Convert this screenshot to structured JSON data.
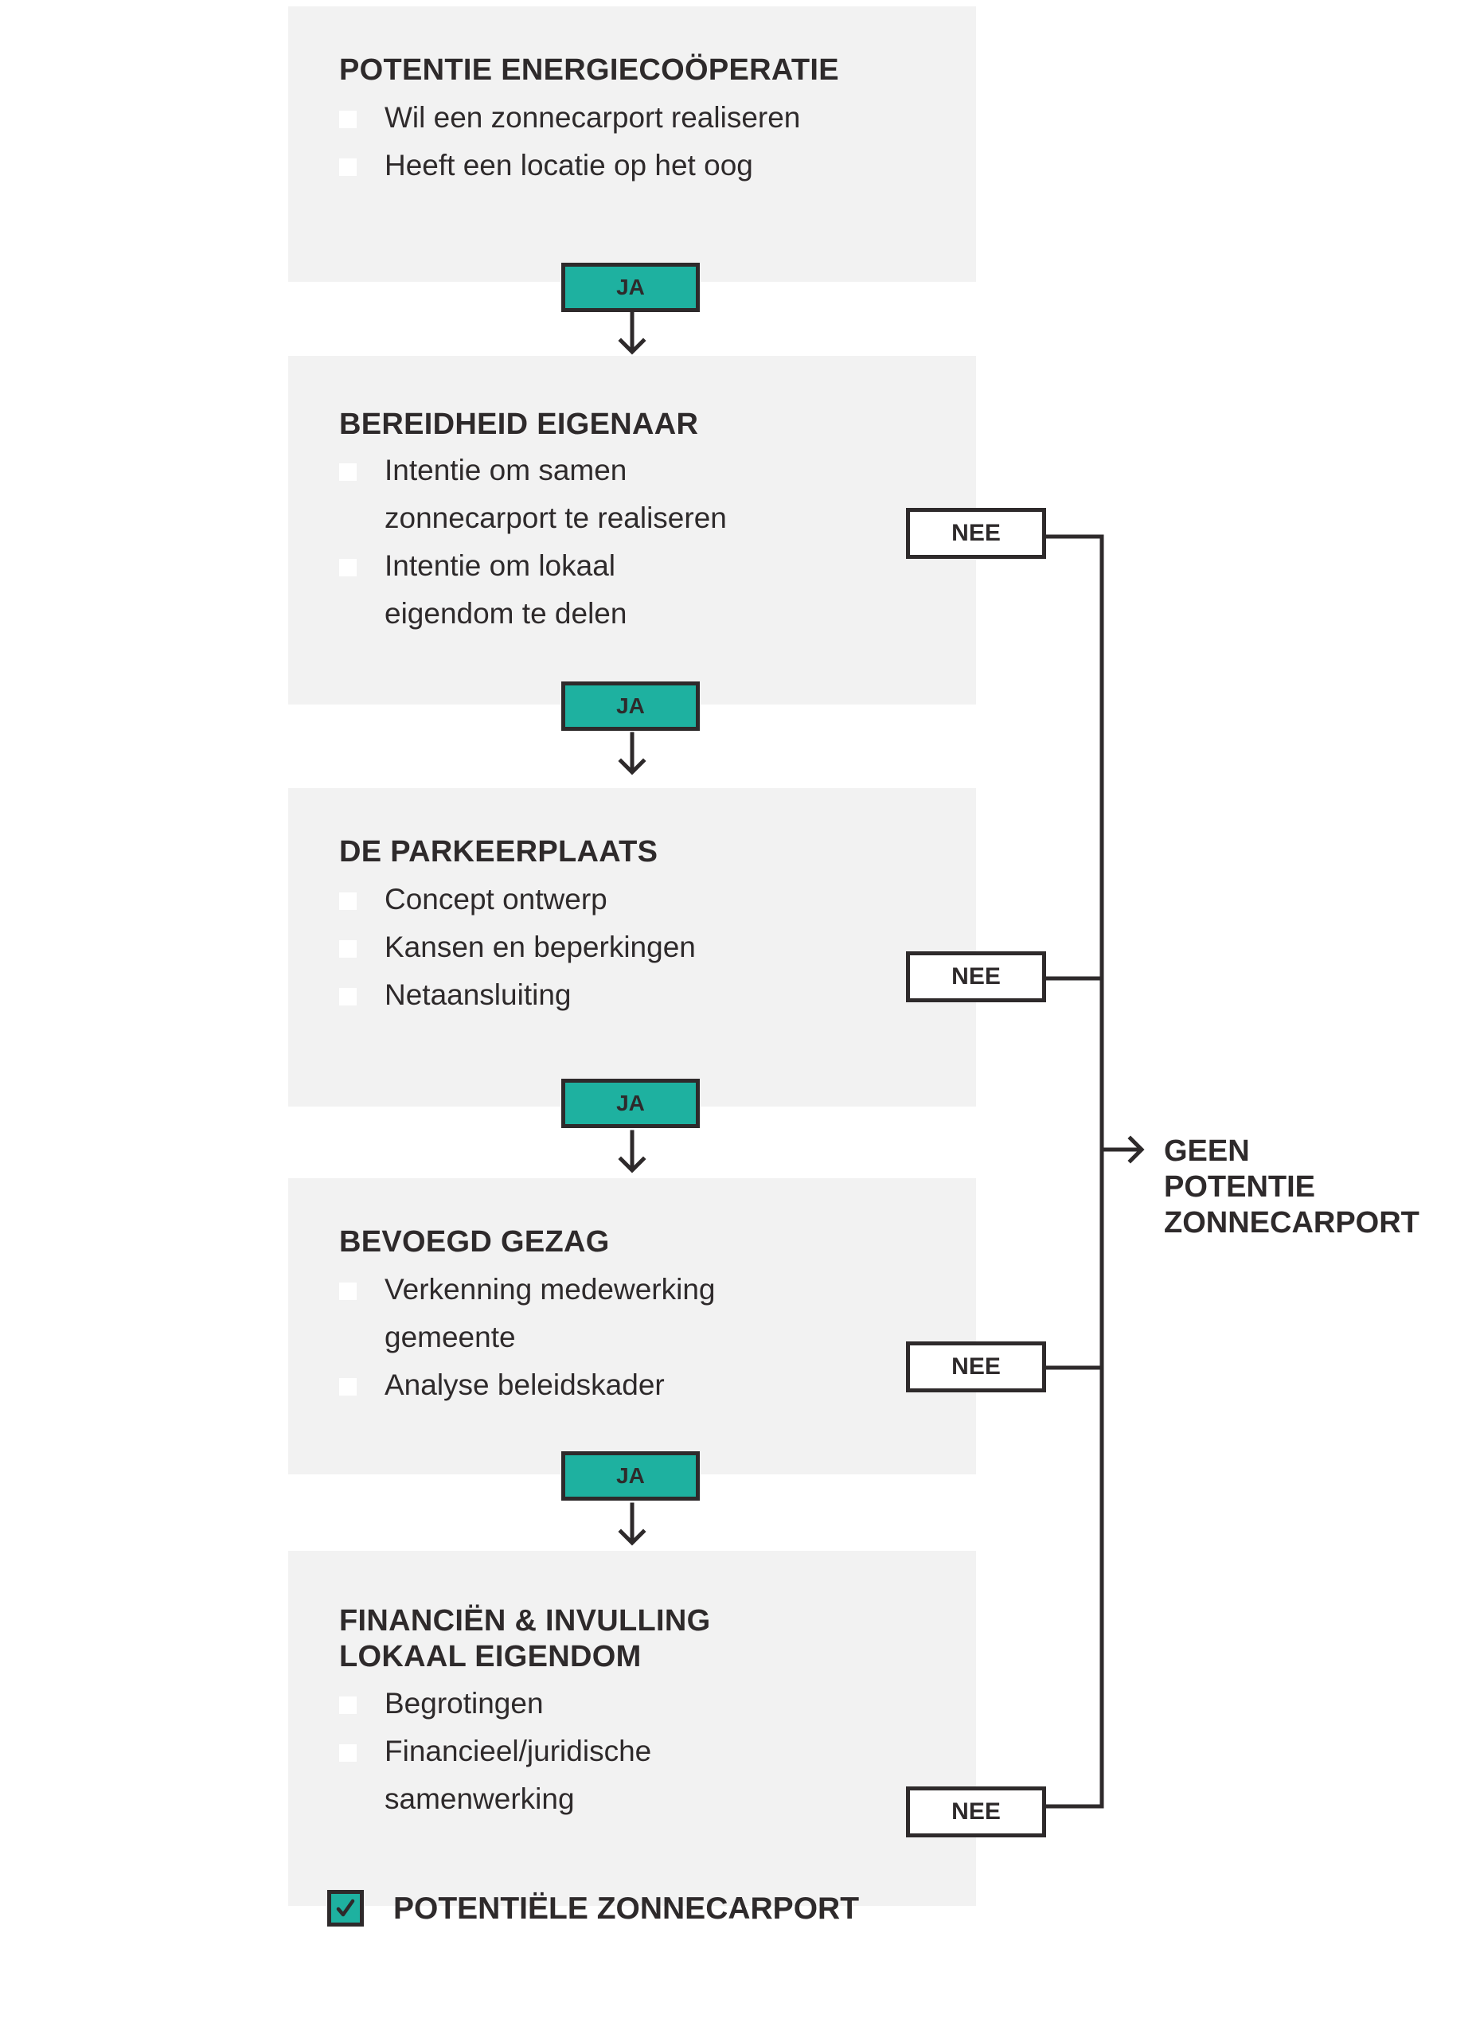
{
  "steps": [
    {
      "title_lines": [
        "POTENTIE ENERGIECOÖPERATIE"
      ],
      "items": [
        {
          "lines": [
            "Wil een zonnecarport realiseren"
          ]
        },
        {
          "lines": [
            "Heeft een locatie op het oog"
          ]
        }
      ]
    },
    {
      "title_lines": [
        "BEREIDHEID EIGENAAR"
      ],
      "items": [
        {
          "lines": [
            "Intentie om samen",
            "zonnecarport te realiseren"
          ]
        },
        {
          "lines": [
            "Intentie om lokaal",
            "eigendom te delen"
          ]
        }
      ]
    },
    {
      "title_lines": [
        "DE PARKEERPLAATS"
      ],
      "items": [
        {
          "lines": [
            "Concept ontwerp"
          ]
        },
        {
          "lines": [
            "Kansen en beperkingen"
          ]
        },
        {
          "lines": [
            "Netaansluiting"
          ]
        }
      ]
    },
    {
      "title_lines": [
        "BEVOEGD GEZAG"
      ],
      "items": [
        {
          "lines": [
            "Verkenning medewerking",
            "gemeente"
          ]
        },
        {
          "lines": [
            "Analyse beleidskader"
          ]
        }
      ]
    },
    {
      "title_lines": [
        "FINANCIËN & INVULLING",
        "LOKAAL EIGENDOM"
      ],
      "items": [
        {
          "lines": [
            "Begrotingen"
          ]
        },
        {
          "lines": [
            "Financieel/juridische",
            "samenwerking"
          ]
        }
      ]
    }
  ],
  "yes_label": "JA",
  "no_label": "NEE",
  "no_outcome_lines": [
    "GEEN",
    "POTENTIE",
    "ZONNECARPORT"
  ],
  "final_outcome": "POTENTIËLE ZONNECARPORT",
  "colors": {
    "accent": "#1eb1a0",
    "text": "#2e2a2b",
    "box_background": "#f2f2f2"
  }
}
